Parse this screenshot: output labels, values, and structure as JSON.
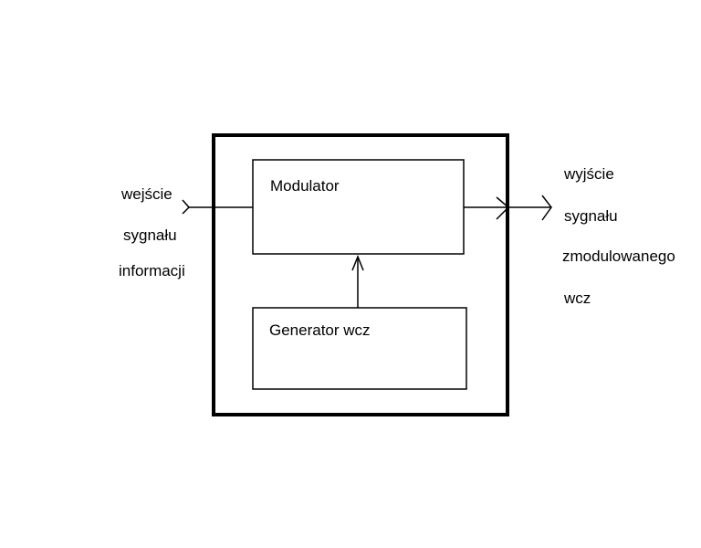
{
  "blocks": {
    "modulator": "Modulator",
    "generator": "Generator wcz"
  },
  "input_label": [
    "wejście",
    "sygnału",
    "informacji"
  ],
  "output_label": [
    "wyjście",
    "sygnału",
    "zmodulowanego",
    "wcz"
  ],
  "colors": {
    "line": "#000000",
    "background": "#ffffff"
  }
}
